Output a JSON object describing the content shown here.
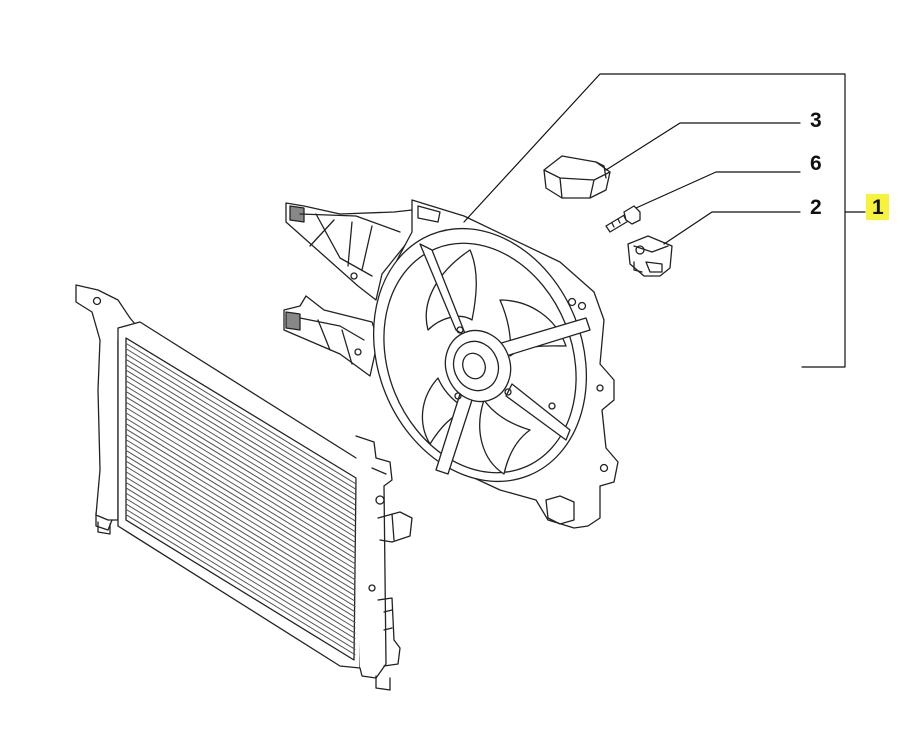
{
  "diagram": {
    "callouts": [
      {
        "id": "c3",
        "label": "3"
      },
      {
        "id": "c6",
        "label": "6"
      },
      {
        "id": "c2",
        "label": "2"
      },
      {
        "id": "c1",
        "label": "1",
        "highlight": "#f7f23a"
      }
    ],
    "parts": [
      {
        "key": "radiator",
        "name": "radiator"
      },
      {
        "key": "fan_shroud",
        "name": "fan-shroud-assembly"
      },
      {
        "key": "resistor",
        "name": "resistor-block"
      },
      {
        "key": "screw",
        "name": "screw"
      },
      {
        "key": "connector",
        "name": "connector-bracket"
      }
    ]
  }
}
